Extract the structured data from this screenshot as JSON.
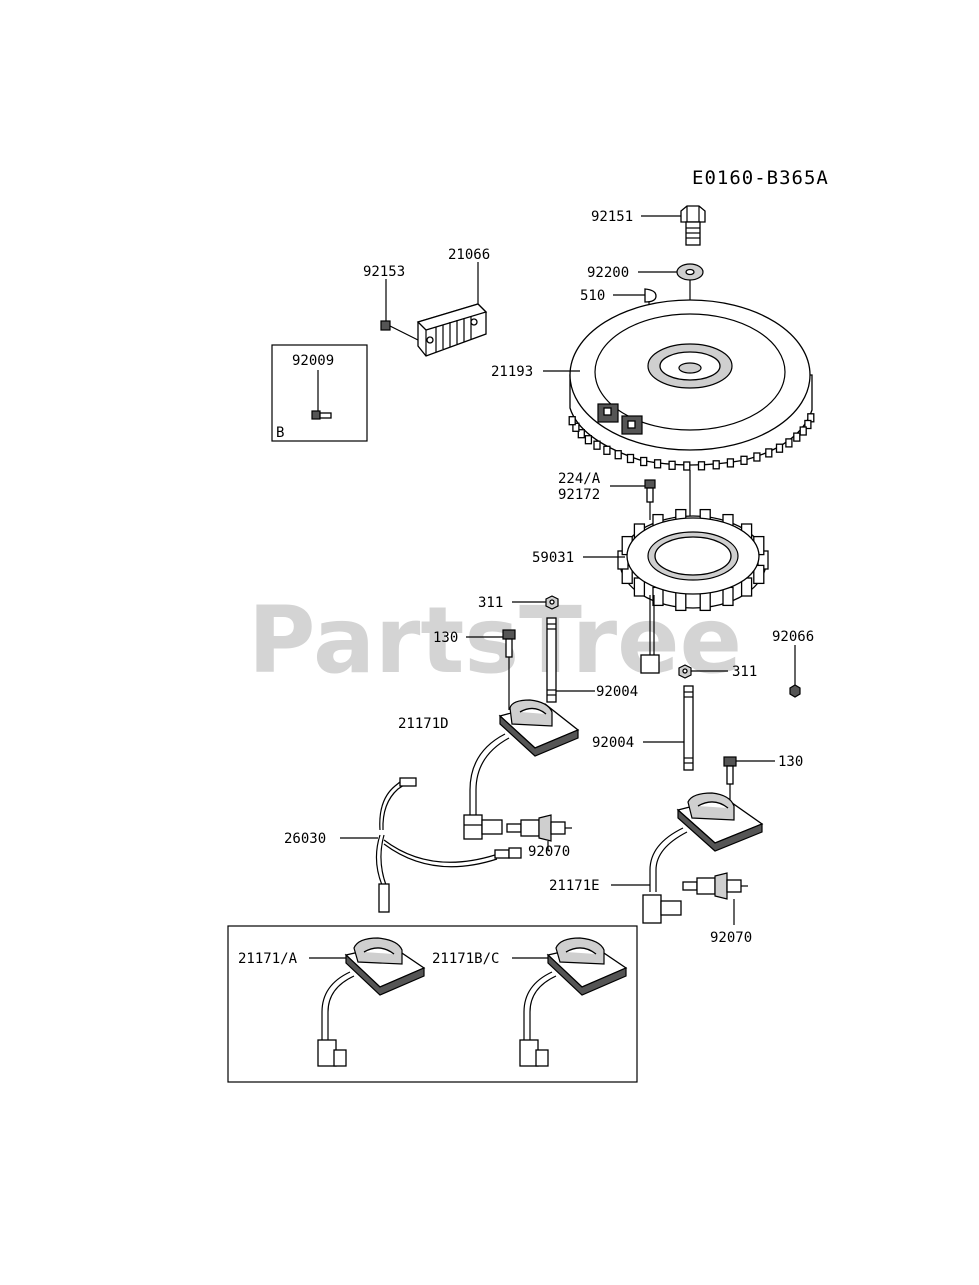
{
  "diagram": {
    "code": "E0160-B365A",
    "watermark": "PartsTree",
    "labels": {
      "p92151": "92151",
      "p92200": "92200",
      "p510": "510",
      "p21066": "21066",
      "p92153": "92153",
      "p92009": "92009",
      "boxB": "B",
      "p21193": "21193",
      "p224A": "224/A",
      "p92172": "92172",
      "p59031": "59031",
      "p311a": "311",
      "p130a": "130",
      "p92004a": "92004",
      "p311b": "311",
      "p92066": "92066",
      "p21171D": "21171D",
      "p92004b": "92004",
      "p130b": "130",
      "p26030": "26030",
      "p92070a": "92070",
      "p21171E": "21171E",
      "p92070b": "92070",
      "p21171A": "21171/A",
      "p21171BC": "21171B/C"
    }
  }
}
